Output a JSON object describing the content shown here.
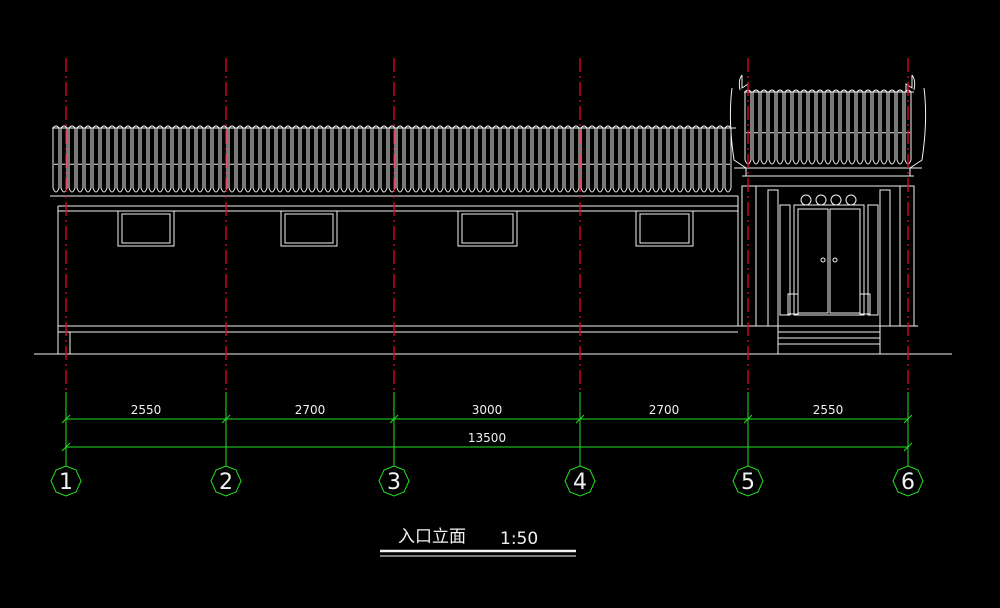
{
  "drawing": {
    "title": "入口立面",
    "scale": "1:50"
  },
  "dimensions": {
    "segments": [
      "2550",
      "2700",
      "3000",
      "2700",
      "2550"
    ],
    "total": "13500"
  },
  "axes": [
    "1",
    "2",
    "3",
    "4",
    "5",
    "6"
  ],
  "colors": {
    "background": "#000000",
    "linework": "#f2f2f2",
    "axis_lines": "#e0002a",
    "dimensions": "#22e022"
  }
}
